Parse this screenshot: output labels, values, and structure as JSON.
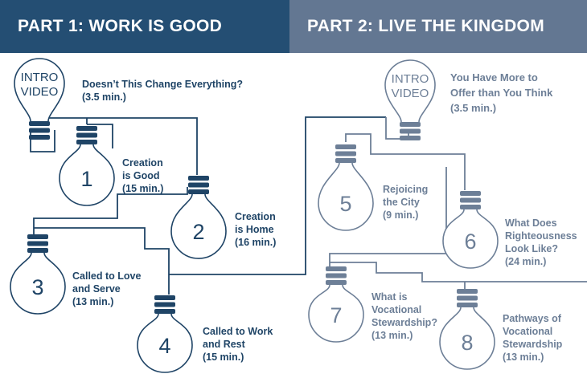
{
  "colors": {
    "part1_bg": "#244e73",
    "part2_bg": "#637792",
    "part1_ink": "#1f4466",
    "part2_ink": "#6d7f97"
  },
  "headers": {
    "part1": "PART 1: WORK IS GOOD",
    "part2": "PART 2: LIVE THE KINGDOM"
  },
  "bulbs": {
    "intro1": {
      "text_line1": "INTRO",
      "text_line2": "VIDEO"
    },
    "b1": {
      "number": "1"
    },
    "b2": {
      "number": "2"
    },
    "b3": {
      "number": "3"
    },
    "b4": {
      "number": "4"
    },
    "intro2": {
      "text_line1": "INTRO",
      "text_line2": "VIDEO"
    },
    "b5": {
      "number": "5"
    },
    "b6": {
      "number": "6"
    },
    "b7": {
      "number": "7"
    },
    "b8": {
      "number": "8"
    }
  },
  "labels": {
    "intro1": [
      "Doesn’t This Change Everything?",
      "(3.5 min.)"
    ],
    "b1": [
      "Creation",
      "is Good",
      "(15 min.)"
    ],
    "b2": [
      "Creation",
      "is Home",
      "(16 min.)"
    ],
    "b3": [
      "Called to Love",
      "and Serve",
      "(13 min.)"
    ],
    "b4": [
      "Called to Work",
      "and Rest",
      "(15 min.)"
    ],
    "intro2": [
      "You Have More to",
      "Offer than You Think",
      "(3.5 min.)"
    ],
    "b5": [
      "Rejoicing",
      "the City",
      "(9 min.)"
    ],
    "b6": [
      "What Does",
      "Righteousness",
      "Look Like?",
      "(24 min.)"
    ],
    "b7": [
      "What is",
      "Vocational",
      "Stewardship?",
      "(13 min.)"
    ],
    "b8": [
      "Pathways of",
      "Vocational",
      "Stewardship",
      "(13 min.)"
    ]
  }
}
